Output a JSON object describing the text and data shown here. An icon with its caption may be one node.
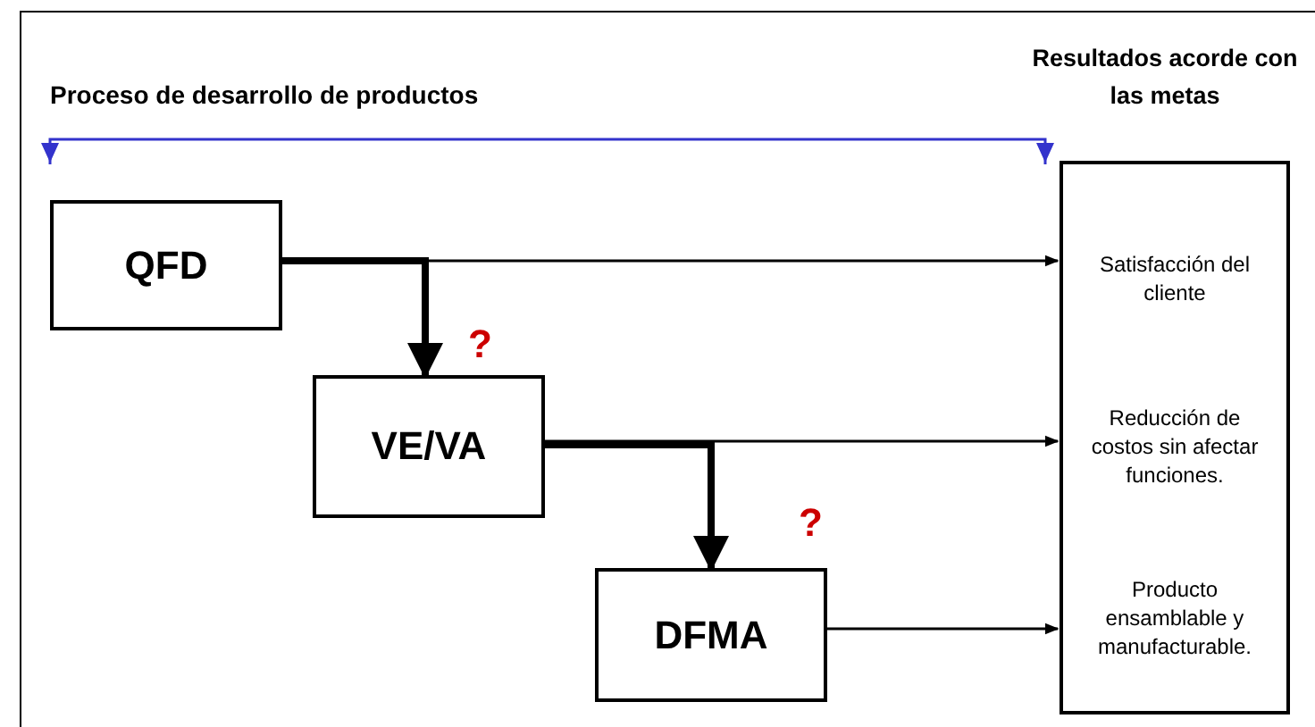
{
  "diagram": {
    "nodes": [
      {
        "text": [
          "QFD"
        ]
      },
      {
        "text": [
          "VE/VA"
        ]
      },
      {
        "text": [
          "DFMA"
        ]
      },
      {
        "text": [
          "Resultados acorde con las metas",
          "Satisfacción del cliente",
          "Reducción de costos sin afectar funciones.",
          "Producto ensamblable y manufacturable."
        ]
      }
    ],
    "edges": [
      {
        "from": 0,
        "to": 3,
        "arrow": "to"
      },
      {
        "from": 0,
        "to": 1,
        "arrow": "to",
        "style": "thick"
      },
      {
        "from": 1,
        "to": 3,
        "arrow": "to"
      },
      {
        "from": 1,
        "to": 2,
        "arrow": "to",
        "style": "thick"
      },
      {
        "from": 2,
        "to": 3,
        "arrow": "to"
      }
    ],
    "labels": [
      "Proceso de desarrollo de productos",
      "?",
      "?"
    ]
  }
}
